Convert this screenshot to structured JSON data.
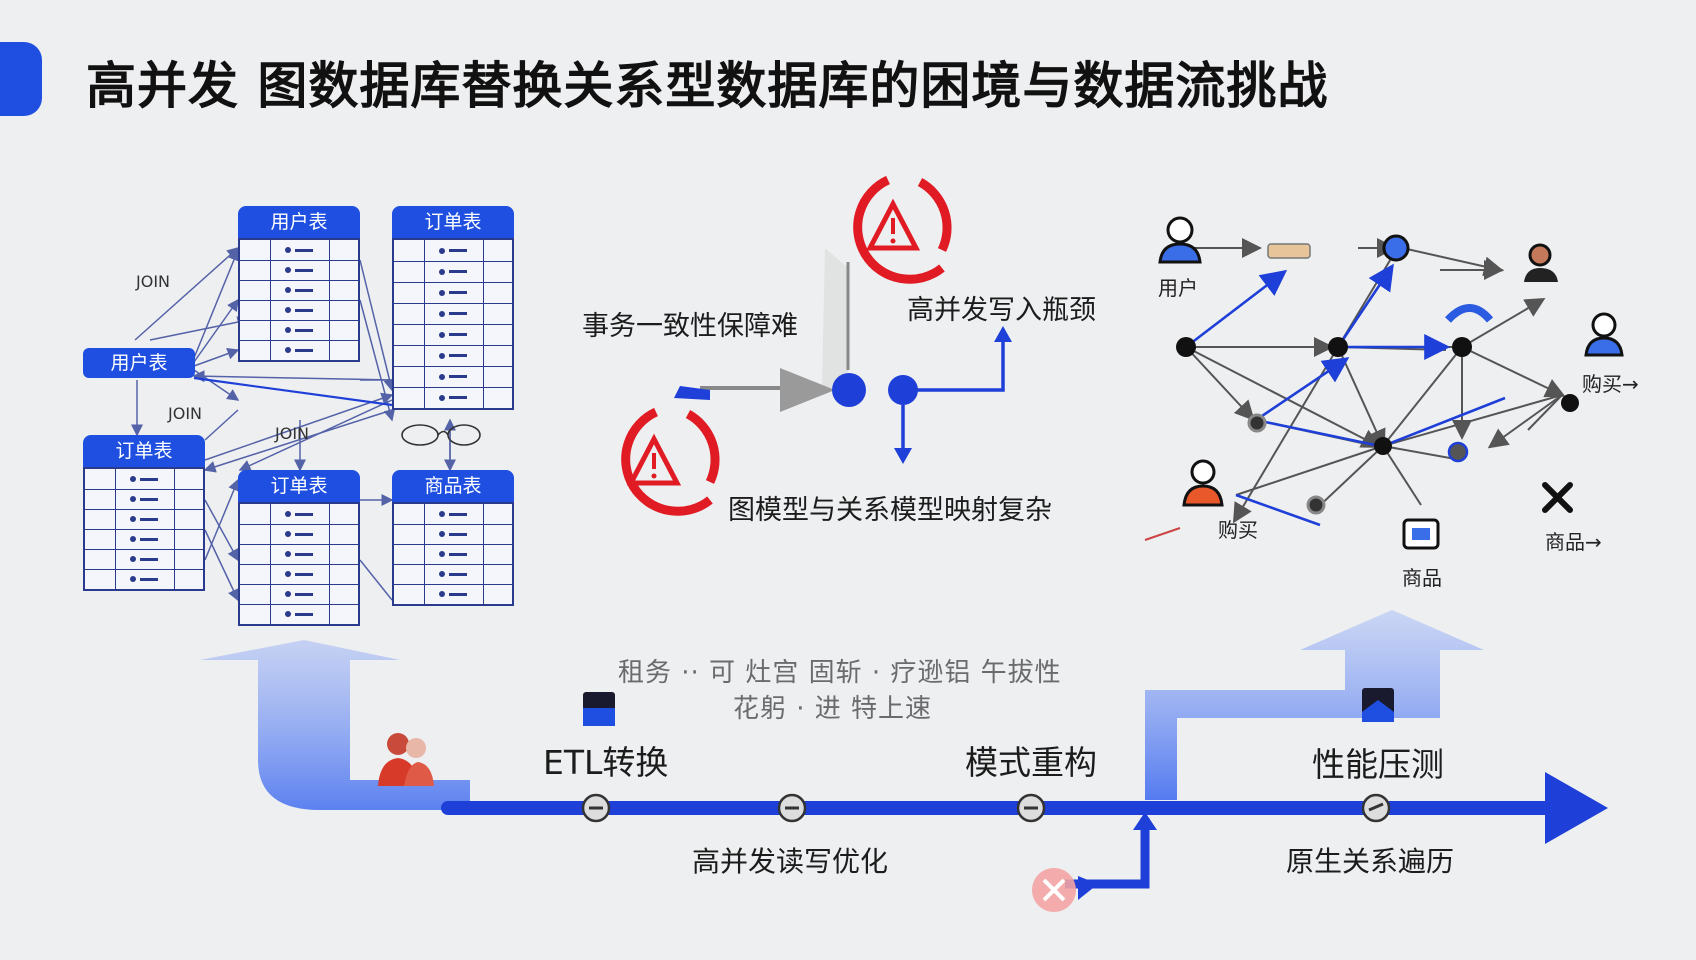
{
  "title": "高并发 图数据库替换关系型数据库的困境与数据流挑战",
  "colors": {
    "accent": "#1e4fe0",
    "warning": "#e01b24",
    "line": "#1e3fd8",
    "dark": "#111111"
  },
  "tables": {
    "user_top": "用户表",
    "order_top": "订单表",
    "user_left": "用户表",
    "order_left": "订单表",
    "order_mid": "订单表",
    "product": "商品表"
  },
  "join_labels": [
    "JOIN",
    "JOIN",
    "JOIN"
  ],
  "issues": {
    "consistency": "事务一致性保障难",
    "write_bottleneck": "高并发写入瓶颈",
    "mapping": "图模型与关系模型映射复杂"
  },
  "graph_labels": {
    "user": "用户",
    "buy_right": "购买→",
    "buy_bottom": "购买",
    "product_bottom": "商品",
    "product_right": "商品→"
  },
  "pipeline": {
    "faded_line1": "租务 ·· 可 灶宫 固斩 · 疗逊铝 午拔性",
    "faded_line2": "花躬 · 进 特上速",
    "stage_etl": "ETL转换",
    "stage_schema": "模式重构",
    "stage_perf": "性能压测",
    "sub_rw": "高并发读写优化",
    "sub_traverse": "原生关系遍历"
  },
  "icons": [
    "warning-icon",
    "warning-icon",
    "user-icon",
    "product-icon",
    "error-icon",
    "people-icon"
  ]
}
